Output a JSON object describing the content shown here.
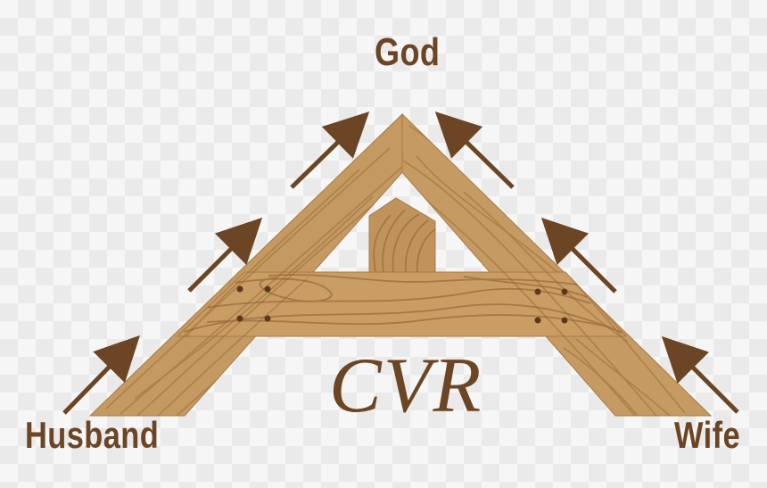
{
  "labels": {
    "top": "God",
    "left": "Husband",
    "right": "Wife",
    "center": "CVR"
  },
  "colors": {
    "text": "#6b4524",
    "arrow": "#6b4524",
    "wood_light": "#c79b61",
    "wood_mid": "#b7874d",
    "wood_dark": "#8b5b2f",
    "background": "#f3f3f3"
  },
  "icons": {
    "arrow": "upward-arrow-icon",
    "truss": "wooden-roof-truss-icon"
  }
}
